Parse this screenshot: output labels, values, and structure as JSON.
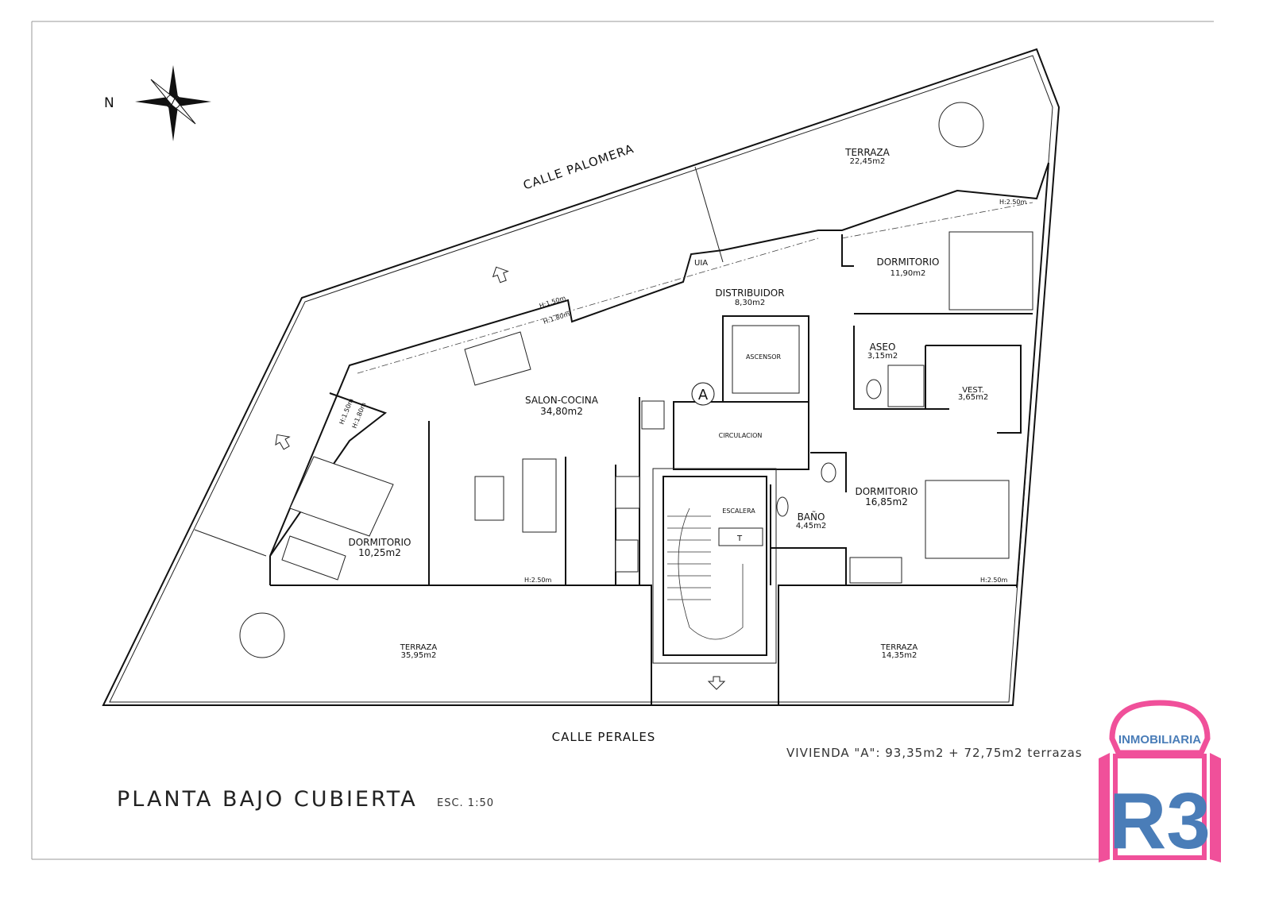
{
  "plan": {
    "title": "PLANTA BAJO CUBIERTA",
    "scale": "ESC. 1:50",
    "summary": "VIVIENDA \"A\": 93,35m2 + 72,75m2 terrazas",
    "compass_label": "N",
    "unit_marker": "A"
  },
  "streets": {
    "north": "CALLE PALOMERA",
    "south": "CALLE PERALES"
  },
  "rooms": [
    {
      "name": "TERRAZA",
      "area": "22,45m2"
    },
    {
      "name": "DORMITORIO",
      "area": "11,90m2"
    },
    {
      "name": "DISTRIBUIDOR",
      "area": "8,30m2"
    },
    {
      "name": "ASCENSOR",
      "area": ""
    },
    {
      "name": "ASEO",
      "area": "3,15m2"
    },
    {
      "name": "VEST.",
      "area": "3,65m2"
    },
    {
      "name": "SALON-COCINA",
      "area": "34,80m2"
    },
    {
      "name": "CIRCULACION",
      "area": ""
    },
    {
      "name": "ESCALERA",
      "area": ""
    },
    {
      "name": "BAÑO",
      "area": "4,45m2"
    },
    {
      "name": "DORMITORIO",
      "area": "16,85m2"
    },
    {
      "name": "DORMITORIO",
      "area": "10,25m2"
    },
    {
      "name": "TERRAZA",
      "area": "35,95m2"
    },
    {
      "name": "TERRAZA",
      "area": "14,35m2"
    }
  ],
  "heights": {
    "h150_top": "H:1.50m",
    "h180_top": "H:1.80m",
    "h250_ne": "H:2.50m",
    "h150_left": "H:1.50m",
    "h180_left": "H:1.80m",
    "h250_salon": "H:2.50m",
    "h250_se": "H:2.50m"
  },
  "tags": {
    "uia": "UIA",
    "t": "T"
  },
  "logo": {
    "top_text": "INMOBILIARIA",
    "mark": "R3",
    "pink": "#f0509a",
    "blue": "#4a7db8"
  }
}
